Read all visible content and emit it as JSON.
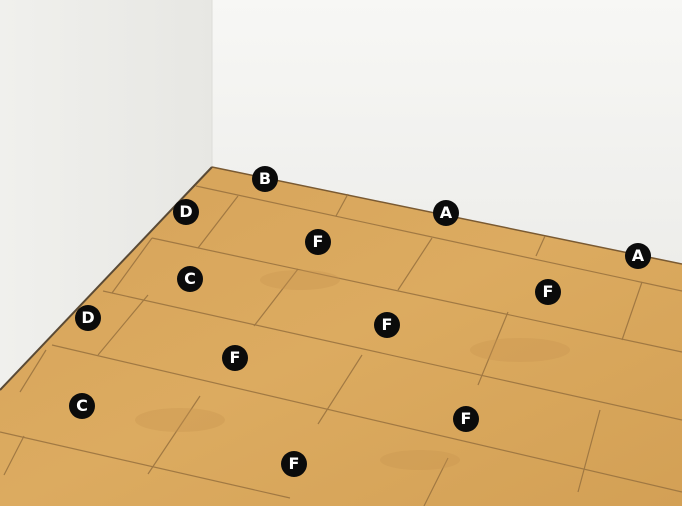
{
  "markers": [
    {
      "label": "B"
    },
    {
      "label": "A"
    },
    {
      "label": "A"
    },
    {
      "label": "D"
    },
    {
      "label": "F"
    },
    {
      "label": "C"
    },
    {
      "label": "F"
    },
    {
      "label": "F"
    },
    {
      "label": "D"
    },
    {
      "label": "F"
    },
    {
      "label": "C"
    },
    {
      "label": "F"
    },
    {
      "label": "F"
    }
  ],
  "colors": {
    "back_wall": "#f2f2f0",
    "left_wall": "#ecece9",
    "floor": "#d9a75a",
    "seam": "#8c6a39",
    "marker_bg": "#0b0b0b",
    "marker_text": "#ffffff"
  }
}
